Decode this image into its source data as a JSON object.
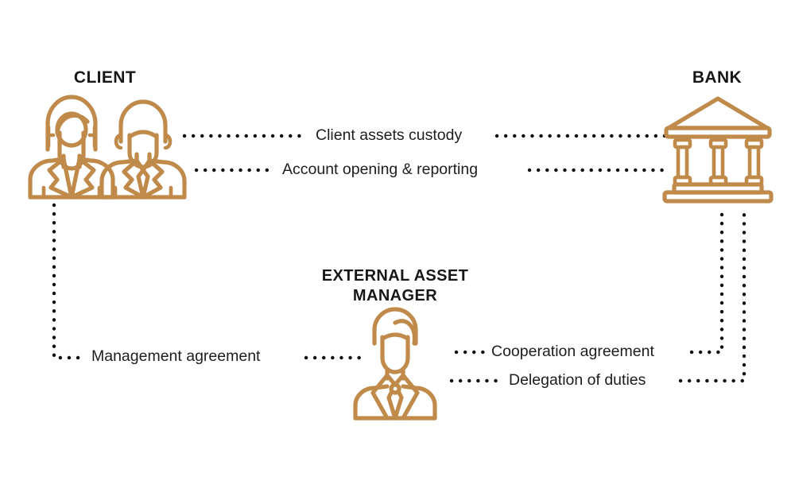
{
  "diagram": {
    "title": "External Asset Manager relationship diagram",
    "background": "#ffffff",
    "accent_color": "#c08a4a",
    "text_color": "#171717",
    "line_color": "#111111"
  },
  "nodes": {
    "client": {
      "label": "CLIENT",
      "icon": "two-people-icon"
    },
    "bank": {
      "label": "BANK",
      "icon": "bank-building-icon"
    },
    "eam": {
      "label": "EXTERNAL ASSET\nMANAGER",
      "icon": "business-person-icon"
    }
  },
  "connections": [
    {
      "id": "custody",
      "label": "Client assets custody",
      "from": "client",
      "to": "bank"
    },
    {
      "id": "account",
      "label": "Account opening & reporting",
      "from": "client",
      "to": "bank"
    },
    {
      "id": "management",
      "label": "Management agreement",
      "from": "client",
      "to": "eam"
    },
    {
      "id": "cooperation",
      "label": "Cooperation agreement",
      "from": "eam",
      "to": "bank"
    },
    {
      "id": "delegation",
      "label": "Delegation of duties",
      "from": "eam",
      "to": "bank"
    }
  ]
}
